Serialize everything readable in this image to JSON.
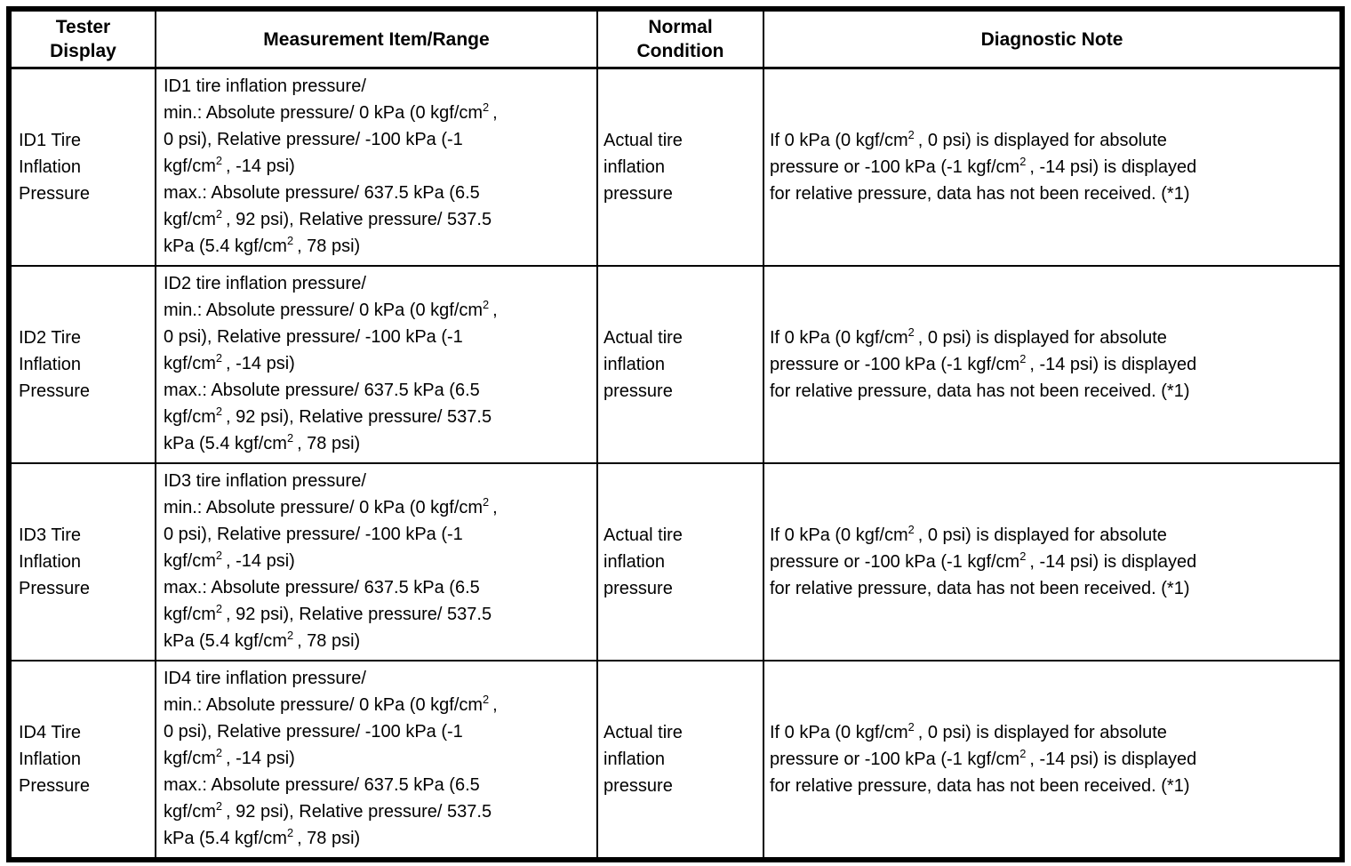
{
  "page": {
    "background_color": "#ffffff",
    "text_color": "#000000",
    "border_color": "#000000"
  },
  "table": {
    "headers": {
      "tester_display": "Tester\nDisplay",
      "measurement": "Measurement Item/Range",
      "normal_condition": "Normal\nCondition",
      "diagnostic_note": "Diagnostic Note"
    },
    "rows": [
      {
        "tester_display": "ID1 Tire\nInflation\nPressure",
        "measurement": "ID1 tire inflation pressure/\nmin.: Absolute pressure/ 0 kPa (0 kgf/cm²,\n0 psi), Relative pressure/ -100 kPa (-1\nkgf/cm², -14 psi)\nmax.: Absolute pressure/ 637.5 kPa (6.5\nkgf/cm², 92 psi), Relative pressure/ 537.5\nkPa (5.4 kgf/cm², 78 psi)",
        "normal_condition": "Actual tire\ninflation\npressure",
        "diagnostic_note": "If 0 kPa (0 kgf/cm², 0 psi) is displayed for absolute\npressure or -100 kPa (-1 kgf/cm², -14 psi) is displayed\nfor relative pressure, data has not been received. (*1)"
      },
      {
        "tester_display": "ID2 Tire\nInflation\nPressure",
        "measurement": "ID2 tire inflation pressure/\nmin.: Absolute pressure/ 0 kPa (0 kgf/cm²,\n0 psi), Relative pressure/ -100 kPa (-1\nkgf/cm², -14 psi)\nmax.: Absolute pressure/ 637.5 kPa (6.5\nkgf/cm², 92 psi), Relative pressure/ 537.5\nkPa (5.4 kgf/cm², 78 psi)",
        "normal_condition": "Actual tire\ninflation\npressure",
        "diagnostic_note": "If 0 kPa (0 kgf/cm², 0 psi) is displayed for absolute\npressure or -100 kPa (-1 kgf/cm², -14 psi) is displayed\nfor relative pressure, data has not been received. (*1)"
      },
      {
        "tester_display": "ID3 Tire\nInflation\nPressure",
        "measurement": "ID3 tire inflation pressure/\nmin.: Absolute pressure/ 0 kPa (0 kgf/cm²,\n0 psi), Relative pressure/ -100 kPa (-1\nkgf/cm², -14 psi)\nmax.: Absolute pressure/ 637.5 kPa (6.5\nkgf/cm², 92 psi), Relative pressure/ 537.5\nkPa (5.4 kgf/cm², 78 psi)",
        "normal_condition": "Actual tire\ninflation\npressure",
        "diagnostic_note": "If 0 kPa (0 kgf/cm², 0 psi) is displayed for absolute\npressure or -100 kPa (-1 kgf/cm², -14 psi) is displayed\nfor relative pressure, data has not been received. (*1)"
      },
      {
        "tester_display": "ID4 Tire\nInflation\nPressure",
        "measurement": "ID4 tire inflation pressure/\nmin.: Absolute pressure/ 0 kPa (0 kgf/cm²,\n0 psi), Relative pressure/ -100 kPa (-1\nkgf/cm², -14 psi)\nmax.: Absolute pressure/ 637.5 kPa (6.5\nkgf/cm², 92 psi), Relative pressure/ 537.5\nkPa (5.4 kgf/cm², 78 psi)",
        "normal_condition": "Actual tire\ninflation\npressure",
        "diagnostic_note": "If 0 kPa (0 kgf/cm², 0 psi) is displayed for absolute\npressure or -100 kPa (-1 kgf/cm², -14 psi) is displayed\nfor relative pressure, data has not been received. (*1)"
      }
    ]
  }
}
